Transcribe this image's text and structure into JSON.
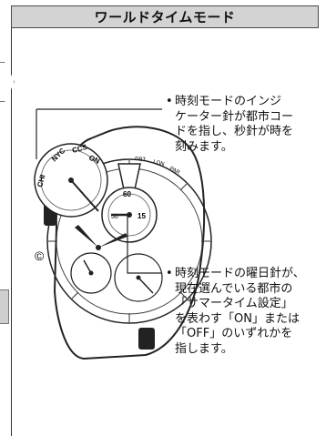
{
  "header": {
    "title": "ワールドタイムモード"
  },
  "annotations": {
    "note1": "時刻モードのインジ\nケーター針が都市コー\nドを指し、秒針が時を\n刻みます。",
    "note2": "時刻モードの曜日針が、\n現在選んでいる都市の\n「サマータイム設定」\nを表わす「ON」または\n「OFF」のいずれかを\n指します。",
    "bullet": "•"
  },
  "watch": {
    "crown_mark": "©",
    "subdial_labels": [
      "NYC",
      "CCS",
      "ON",
      "CHI"
    ],
    "right_dial_labels": [
      "60",
      "15",
      "50"
    ],
    "bezel_labels": [
      "DBT",
      "LON",
      "PAR"
    ]
  }
}
